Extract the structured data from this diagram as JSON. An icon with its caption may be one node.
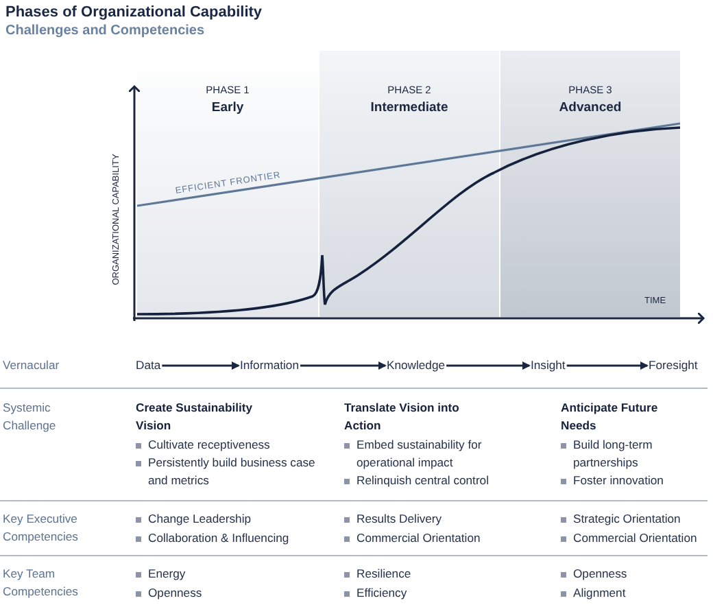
{
  "diagram": {
    "title": "Phases of Organizational Capability",
    "nodes": [
      {
        "text": [
          "Data"
        ]
      },
      {
        "text": [
          "Information"
        ]
      },
      {
        "text": [
          "Knowledge"
        ]
      },
      {
        "text": [
          "Insight"
        ]
      },
      {
        "text": [
          "Foresight"
        ]
      }
    ],
    "edges": [
      {
        "from": 0,
        "to": 1,
        "arrow": "to"
      },
      {
        "from": 1,
        "to": 2,
        "arrow": "to"
      },
      {
        "from": 2,
        "to": 3,
        "arrow": "to"
      },
      {
        "from": 3,
        "to": 4,
        "arrow": "to"
      }
    ],
    "labels": [
      "Challenges and Competencies",
      "PHASE 1",
      "Early",
      "PHASE 2",
      "Intermediate",
      "PHASE 3",
      "Advanced",
      "ORGANIZATIONAL CAPABILITY",
      "EFFICIENT FRONTIER",
      "TIME",
      "Vernacular",
      "Systemic Challenge",
      "Create Sustainability Vision",
      "Cultivate receptiveness",
      "Persistently build business case and metrics",
      "Translate Vision into Action",
      "Embed sustainability for operational impact",
      "Relinquish central control",
      "Anticipate Future Needs",
      "Build long-term partnerships",
      "Foster innovation",
      "Key Executive Competencies",
      "Change Leadership",
      "Collaboration & Influencing",
      "Results Delivery",
      "Commercial Orientation",
      "Strategic Orientation",
      "Commercial Orientation",
      "Key Team Competencies",
      "Energy",
      "Openness",
      "Resilience",
      "Efficiency",
      "Openness",
      "Alignment"
    ]
  }
}
